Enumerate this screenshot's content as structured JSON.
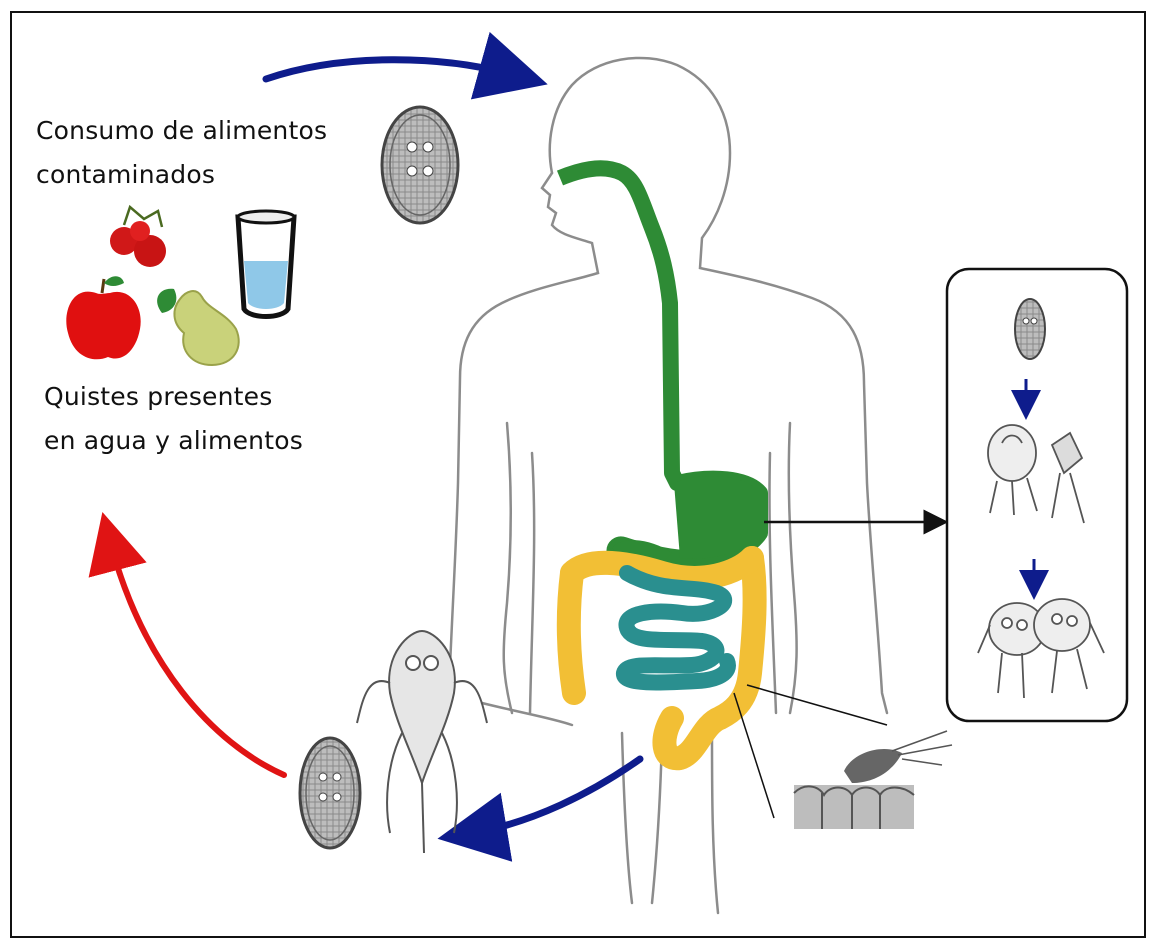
{
  "diagram": {
    "consumption_label": {
      "line1": "Consumo de alimentos",
      "line2": "contaminados"
    },
    "cysts_label": {
      "line1": "Quistes presentes",
      "line2": "en agua y alimentos"
    }
  },
  "colors": {
    "frame": "#111111",
    "body_outline": "#8c8c8c",
    "esophagus_stomach": "#2e8b35",
    "small_intestine": "#2a8f8f",
    "large_intestine": "#f2bf35",
    "infection_arrow": "#0e1c8c",
    "return_arrow": "#e01414",
    "apple": "#e01010",
    "pear": "#c9d27a",
    "water": "#8fc8e8"
  }
}
